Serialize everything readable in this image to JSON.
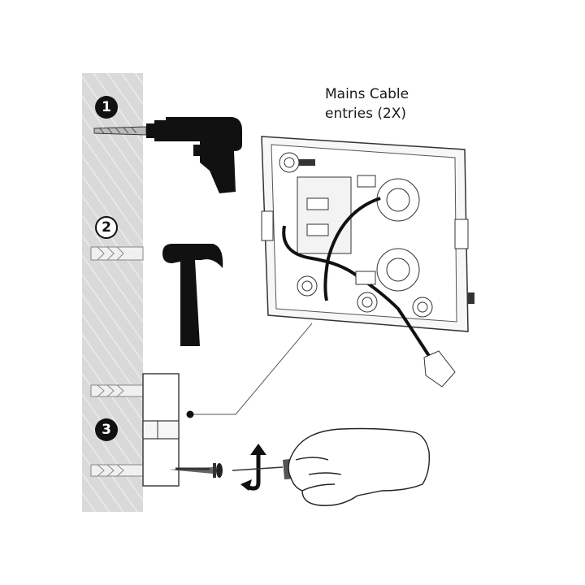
{
  "callout": {
    "line1": "Mains Cable",
    "line2": "entries (2X)"
  },
  "steps": [
    {
      "number": "1",
      "tool": "drill-icon"
    },
    {
      "number": "2",
      "tool": "hammer-icon"
    },
    {
      "number": "3",
      "tool": "screwdriver-icon"
    }
  ],
  "colors": {
    "wall": "#d8d8d8",
    "ink": "#111111"
  }
}
